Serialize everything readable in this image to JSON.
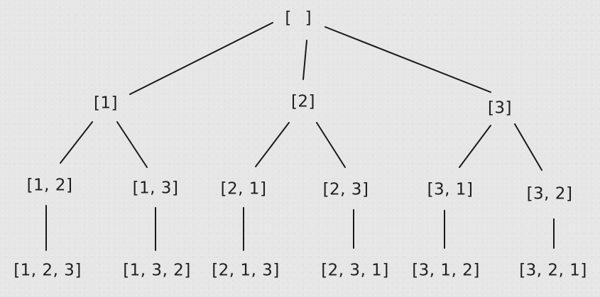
{
  "nodes": [
    {
      "id": "root",
      "label": "[ ]"
    },
    {
      "id": "n1",
      "label": "[1]",
      "parent": "root"
    },
    {
      "id": "n2",
      "label": "[2]",
      "parent": "root"
    },
    {
      "id": "n3",
      "label": "[3]",
      "parent": "root"
    },
    {
      "id": "n12",
      "label": "[1, 2]",
      "parent": "n1"
    },
    {
      "id": "n13",
      "label": "[1, 3]",
      "parent": "n1"
    },
    {
      "id": "n21",
      "label": "[2, 1]",
      "parent": "n2"
    },
    {
      "id": "n23",
      "label": "[2, 3]",
      "parent": "n2"
    },
    {
      "id": "n31",
      "label": "[3, 1]",
      "parent": "n3"
    },
    {
      "id": "n32",
      "label": "[3, 2]",
      "parent": "n3"
    },
    {
      "id": "n123",
      "label": "[1, 2, 3]",
      "parent": "n12"
    },
    {
      "id": "n132",
      "label": "[1, 3, 2]",
      "parent": "n13"
    },
    {
      "id": "n213",
      "label": "[2, 1, 3]",
      "parent": "n21"
    },
    {
      "id": "n231",
      "label": "[2, 3, 1]",
      "parent": "n23"
    },
    {
      "id": "n312",
      "label": "[3, 1, 2]",
      "parent": "n31"
    },
    {
      "id": "n321",
      "label": "[3, 2, 1]",
      "parent": "n32"
    }
  ]
}
